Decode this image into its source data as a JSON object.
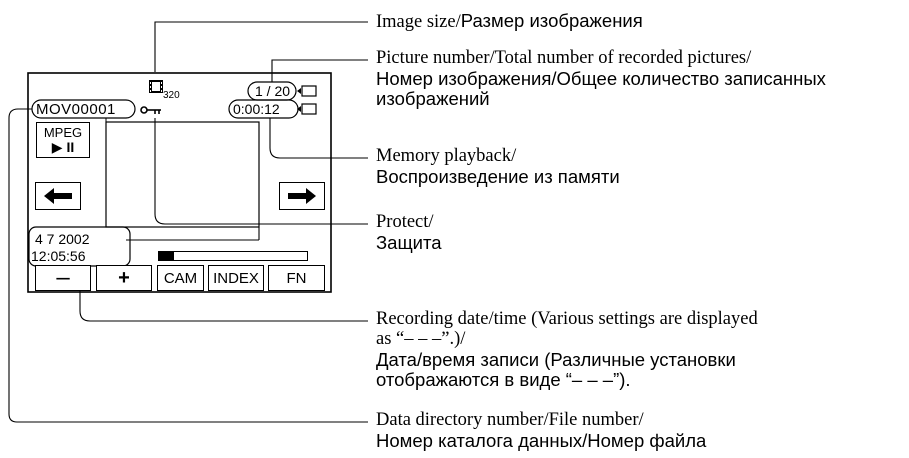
{
  "screen": {
    "file_name": "MOV00001",
    "image_size": "320",
    "picture_number": "1 / 20",
    "playback_time": "0:00:12",
    "mpeg_label": "MPEG",
    "play_pause_symbol": "▶ II",
    "date": "4  7 2002",
    "time": "12:05:56",
    "progress_fraction": 0.1,
    "buttons": {
      "minus": "–",
      "plus": "+",
      "cam": "CAM",
      "index": "INDEX",
      "fn": "FN"
    },
    "icons": [
      "film-strip-icon",
      "key-protect-icon",
      "memory-card-icon",
      "left-arrow-icon",
      "right-arrow-icon"
    ]
  },
  "callouts": {
    "image_size": {
      "en": "Image size/",
      "ru": "Размер изображения"
    },
    "picture_number": {
      "en": "Picture number/Total number of recorded pictures/",
      "ru1": "Номер изображения/Общее количество записанных",
      "ru2": "изображений"
    },
    "memory_playback": {
      "en": "Memory playback/",
      "ru": "Воспроизведение из памяти"
    },
    "protect": {
      "en": "Protect/",
      "ru": "Защита"
    },
    "recording_date": {
      "en1": "Recording date/time (Various settings are displayed",
      "en2": "as “– – –”.)/",
      "ru1": "Дата/время записи (Различные установки",
      "ru2": "отображаются в виде “– – –”)."
    },
    "data_directory": {
      "en": "Data directory number/File number/",
      "ru": "Номер каталога данных/Номер файла"
    }
  }
}
